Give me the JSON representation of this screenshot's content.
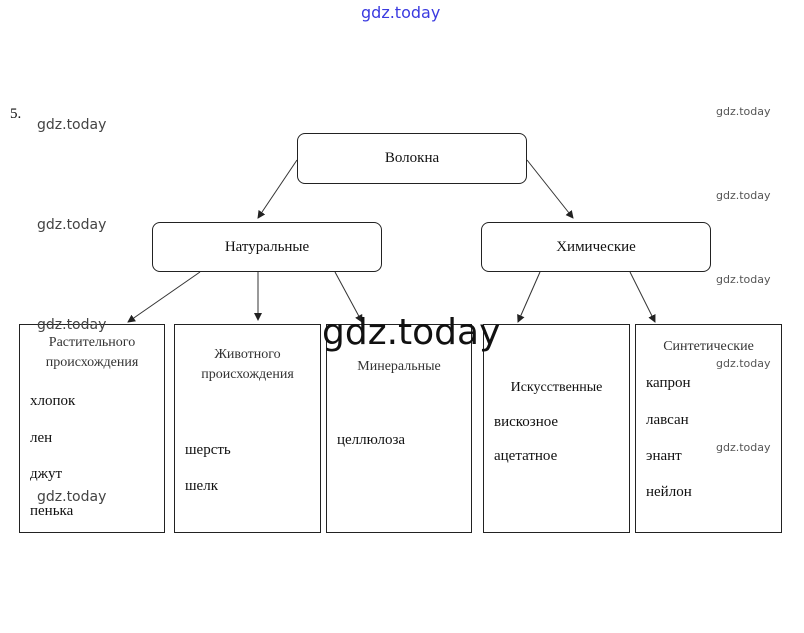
{
  "number": "5.",
  "root": "Волокна",
  "level1": [
    "Натуральные",
    "Химические"
  ],
  "columns": [
    {
      "title": "Растительного происхождения",
      "items": [
        "хлопок",
        "лен",
        "джут",
        "пенька"
      ]
    },
    {
      "title": "Животного происхождения",
      "items": [
        "шерсть",
        "шелк"
      ]
    },
    {
      "title": "Минеральные",
      "items": [
        "целлюлоза"
      ]
    },
    {
      "title": "Искусственные",
      "items": [
        "вискозное",
        "ацетатное"
      ]
    },
    {
      "title": "Синтетические",
      "items": [
        "капрон",
        "лавсан",
        "энант",
        "нейлон"
      ]
    }
  ],
  "watermark": "gdz.today"
}
